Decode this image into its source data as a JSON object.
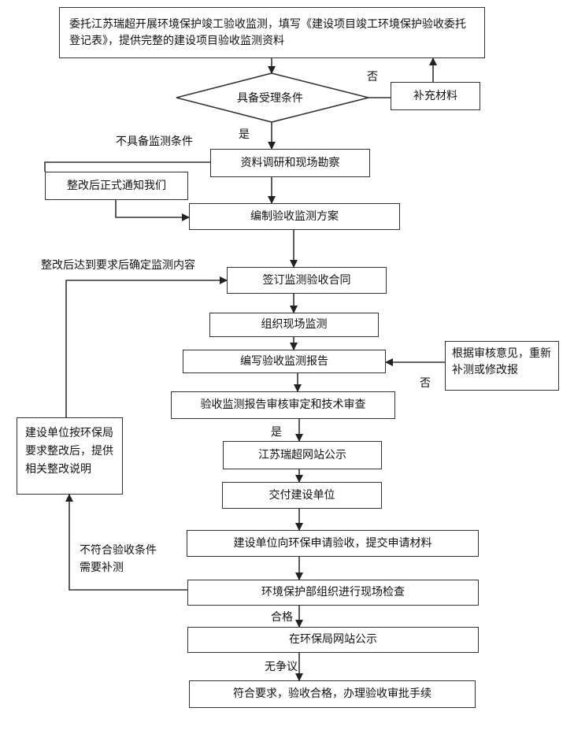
{
  "nodes": {
    "start": "委托江苏瑞超开展环境保护竣工验收监测，填写《建设项目竣工环境保护验收委托登记表》，提供完整的建设项目验收监测资料",
    "condition": "具备受理条件",
    "supplement": "补充材料",
    "survey": "资料调研和现场勘察",
    "rectify_notify": "整改后正式通知我们",
    "plan": "编制验收监测方案",
    "contract": "签订监测验收合同",
    "organize": "组织现场监测",
    "write_report": "编写验收监测报告",
    "revise": "根据审核意见，重新补测或修改报",
    "review": "验收监测报告审核审定和技术审查",
    "publicize": "江苏瑞超网站公示",
    "deliver": "交付建设单位",
    "rectify_left": "建设单位按环保局要求整改后，提供相关整改说明",
    "apply": "建设单位向环保申请验收，提交申请材料",
    "inspect": "环境保护部组织进行现场检查",
    "bureau_publicize": "在环保局网站公示",
    "final": "符合要求，验收合格，办理验收审批手续"
  },
  "labels": {
    "no_1": "否",
    "yes_1": "是",
    "not_qualified": "不具备监测条件",
    "after_rectify": "整改后达到要求后确定监测内容",
    "no_2": "否",
    "yes_2": "是",
    "not_meet": "不符合验收条件",
    "need_supplement": "需要补测",
    "qualified": "合格",
    "no_objection": "无争议"
  }
}
